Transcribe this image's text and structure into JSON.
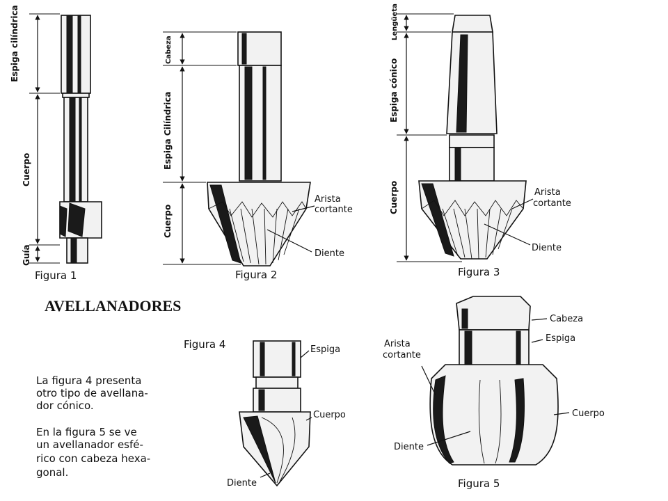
{
  "title": "AVELLANADORES",
  "figure1": {
    "caption": "Figura 1",
    "dims": {
      "espiga": "Espiga cilíndrica",
      "cuerpo": "Cuerpo",
      "guia": "Guía"
    }
  },
  "figure2": {
    "caption": "Figura 2",
    "dims": {
      "cabeza": "Cabeza",
      "espiga": "Espiga Cilíndrica",
      "cuerpo": "Cuerpo"
    },
    "labels": {
      "arista_1": "Arista",
      "arista_2": "cortante",
      "diente": "Diente"
    }
  },
  "figure3": {
    "caption": "Figura 3",
    "dims": {
      "lenguela": "Lengüeta",
      "espiga": "Espiga cónico",
      "cuerpo": "Cuerpo"
    },
    "labels": {
      "arista_1": "Arista",
      "arista_2": "cortante",
      "diente": "Diente"
    }
  },
  "figure4": {
    "caption": "Figura 4",
    "labels": {
      "espiga": "Espiga",
      "cuerpo": "Cuerpo",
      "diente": "Diente"
    }
  },
  "figure5": {
    "caption": "Figura 5",
    "labels": {
      "cabeza": "Cabeza",
      "espiga": "Espiga",
      "arista_1": "Arista",
      "arista_2": "cortante",
      "cuerpo": "Cuerpo",
      "diente": "Diente"
    }
  },
  "text_block": {
    "lines": [
      "La figura 4 presenta",
      "otro tipo de avellana-",
      "dor cónico.",
      "En la figura 5 se ve",
      "un avellanador esfé-",
      "rico con cabeza hexa-",
      "gonal."
    ]
  }
}
